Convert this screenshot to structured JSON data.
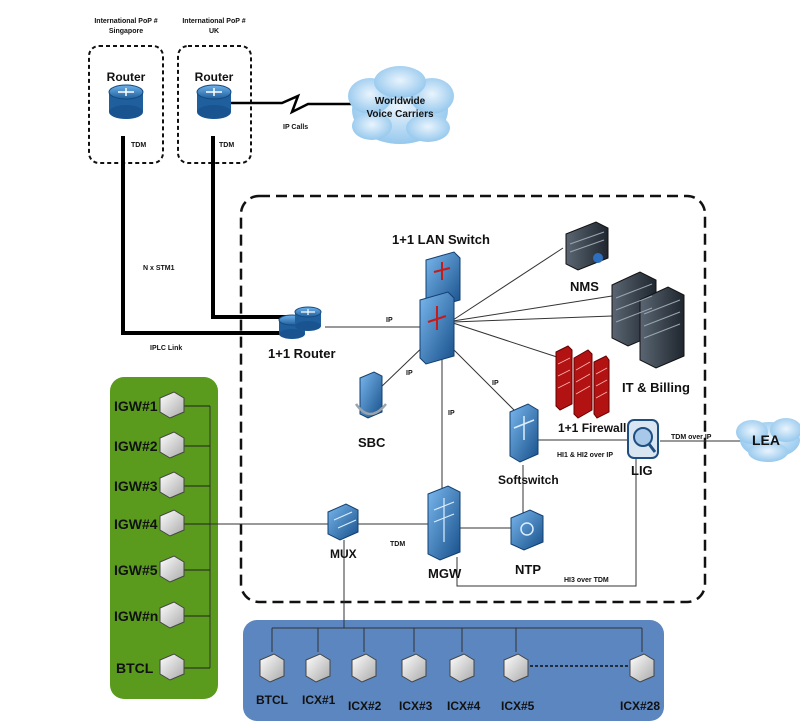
{
  "pops": [
    {
      "title_line1": "International PoP #",
      "title_line2": "Singapore",
      "device": "Router",
      "link": "TDM"
    },
    {
      "title_line1": "International PoP #",
      "title_line2": "UK",
      "device": "Router",
      "link": "TDM"
    }
  ],
  "cloud": {
    "line1": "Worldwide",
    "line2": "Voice Carriers"
  },
  "links": {
    "ip_calls": "IP Calls",
    "n_stm1": "N x STM1",
    "iplc": "IPLC Link",
    "ip_router_switch": "IP",
    "ip_sbc": "IP",
    "ip_softswitch": "IP",
    "ip_mgw": "IP",
    "tdm_mux": "TDM",
    "hi1_hi2": "HI1 & HI2 over IP",
    "hi3": "HI3 over TDM",
    "tdm_over_ip": "TDM over IP"
  },
  "core": {
    "lan_switch": "1+1 LAN Switch",
    "router": "1+1 Router",
    "nms": "NMS",
    "it_billing": "IT & Billing",
    "firewall": "1+1 Firewall",
    "sbc": "SBC",
    "softswitch": "Softswitch",
    "lig": "LIG",
    "mux": "MUX",
    "mgw": "MGW",
    "ntp": "NTP"
  },
  "lea": "LEA",
  "igw_list": [
    "IGW#1",
    "IGW#2",
    "IGW#3",
    "IGW#4",
    "IGW#5",
    "IGW#n",
    "BTCL"
  ],
  "icx_list": [
    "BTCL",
    "ICX#1",
    "ICX#2",
    "ICX#3",
    "ICX#4",
    "ICX#5",
    "ICX#28"
  ],
  "colors": {
    "green_panel": "#5a9b1e",
    "blue_panel": "#5b86bf",
    "device_blue": "#1f6fbf",
    "router_blue": "#2b80c8",
    "firewall_red": "#b31212"
  }
}
